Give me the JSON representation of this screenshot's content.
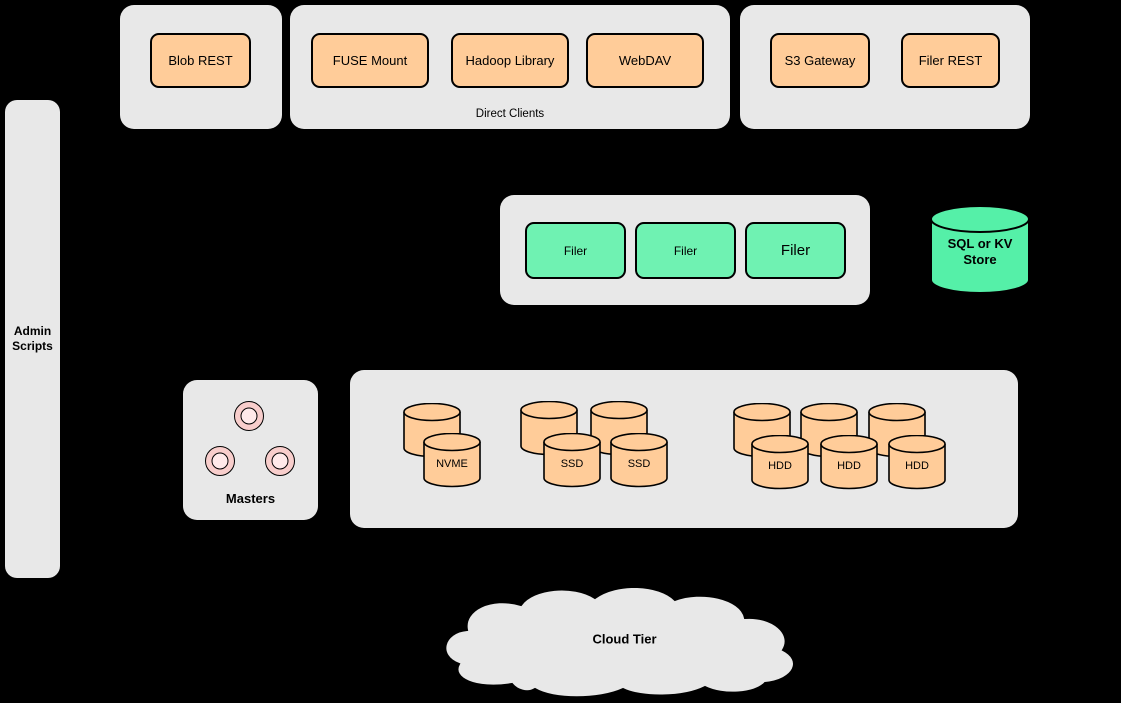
{
  "colors": {
    "background": "#000000",
    "panel": "#E8E8E8",
    "node_orange": "#FFCC99",
    "node_green": "#6FF2B2",
    "store_green": "#55F0A8",
    "master_pink": "#F8CECC"
  },
  "top": {
    "blob_group": {
      "items": [
        {
          "label": "Blob REST"
        }
      ]
    },
    "direct_group": {
      "caption": "Direct Clients",
      "items": [
        {
          "label": "FUSE Mount"
        },
        {
          "label": "Hadoop Library"
        },
        {
          "label": "WebDAV"
        }
      ]
    },
    "gateway_group": {
      "items": [
        {
          "label": "S3 Gateway"
        },
        {
          "label": "Filer REST"
        }
      ]
    }
  },
  "admin": {
    "label": "Admin\nScripts"
  },
  "filer_group": {
    "items": [
      {
        "label": "Filer"
      },
      {
        "label": "Filer"
      },
      {
        "label": "Filer"
      }
    ]
  },
  "store": {
    "label": "SQL or KV\nStore"
  },
  "masters": {
    "label": "Masters"
  },
  "volume_group": {
    "nvme": {
      "label": "NVME"
    },
    "ssd": [
      {
        "label": "SSD"
      },
      {
        "label": "SSD"
      }
    ],
    "hdd": [
      {
        "label": "HDD"
      },
      {
        "label": "HDD"
      },
      {
        "label": "HDD"
      }
    ]
  },
  "cloud": {
    "label": "Cloud Tier"
  }
}
